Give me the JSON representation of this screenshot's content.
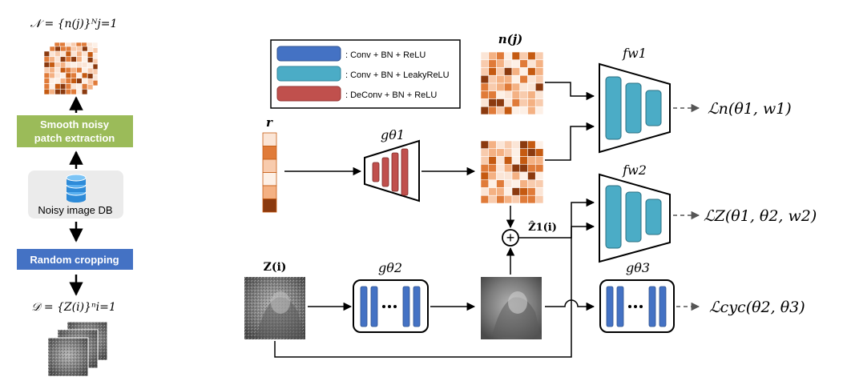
{
  "colors": {
    "conv_bn_relu": "#4472C4",
    "conv_bn_leakyrelu": "#4BACC6",
    "deconv_bn_relu": "#C0504D",
    "green_box": "#9BBB59",
    "blue_box": "#4472C4",
    "db_panel": "#EBEBEB",
    "noise_dark": "#8B3A0F",
    "noise_mid": "#E07B39",
    "noise_light": "#FBE5D6"
  },
  "left_pipeline": {
    "noise_set_label": "𝒩 = {n(j)}ᴺj=1",
    "extraction_label_line1": "Smooth noisy",
    "extraction_label_line2": "patch extraction",
    "db_label": "Noisy image DB",
    "db_icon": "database-icon",
    "cropping_label": "Random cropping",
    "data_set_label": "𝒟 = {Z(i)}ⁿi=1"
  },
  "legend": {
    "items": [
      {
        "label": ": Conv + BN + ReLU"
      },
      {
        "label": ": Conv + BN + LeakyReLU"
      },
      {
        "label": ": DeConv + BN + ReLU"
      }
    ]
  },
  "nodes": {
    "r_label": "r",
    "g_theta1": "gθ1",
    "g_theta2": "gθ2",
    "g_theta3": "gθ3",
    "f_w1": "fw1",
    "f_w2": "fw2",
    "n_j": "n(j)",
    "z_i": "Z(i)",
    "z_hat": "Ẑ1(i)",
    "plus_symbol": "+"
  },
  "losses": {
    "loss_n": "ℒn(θ1, w1)",
    "loss_z": "ℒZ(θ1, θ2, w2)",
    "loss_cyc": "ℒcyc(θ2, θ3)"
  }
}
